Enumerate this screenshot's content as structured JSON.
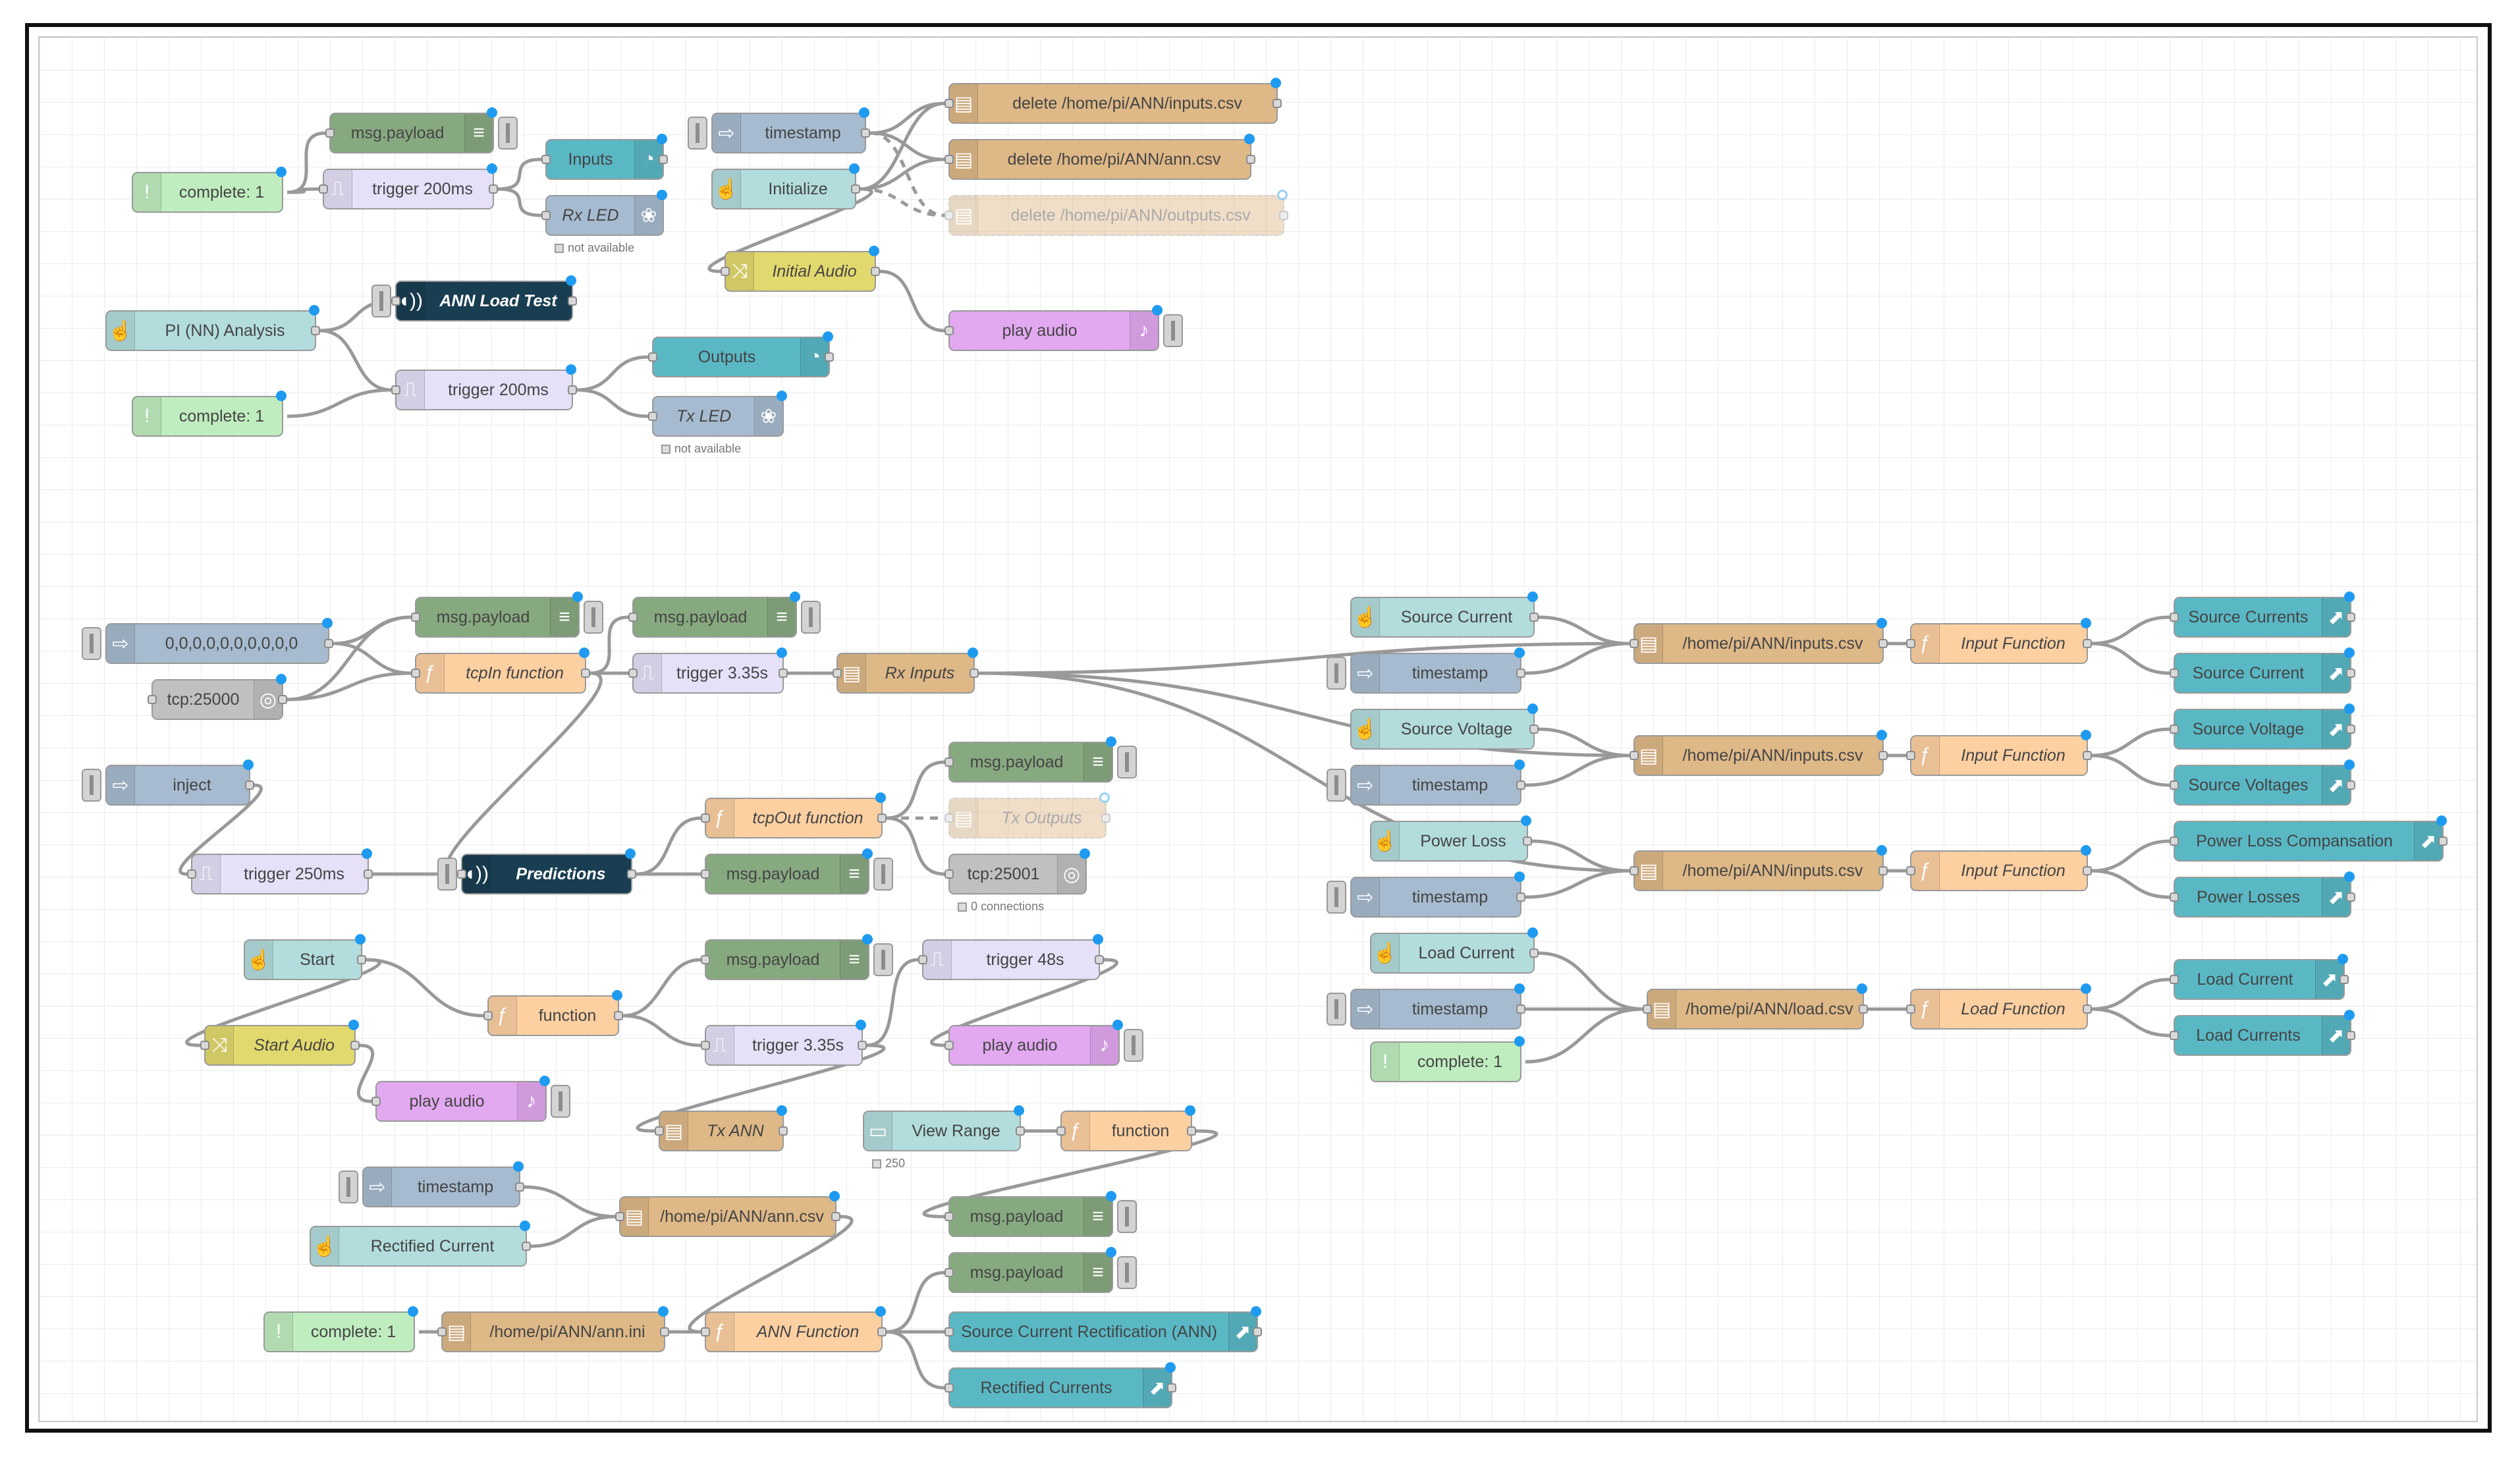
{
  "colors": {
    "debug": "#87a980",
    "trigger": "#e6e0f8",
    "ui": "#5ab8c5",
    "gpio": "#a6bbcf",
    "inject": "#a6bbcf",
    "status": "#c0edc0",
    "file": "#deb887",
    "function": "#fdd0a2",
    "change": "#e2d96e",
    "audio": "#e2a8f0",
    "speech": "#193e52",
    "tcp": "#c0c0c0",
    "uiinput": "#b3dcdd",
    "wire": "#999999",
    "port_dot": "#1e9bf0"
  },
  "nodes": [
    {
      "id": "n1",
      "label": "complete: 1",
      "type": "status",
      "icon": "alert-icon"
    },
    {
      "id": "n2",
      "label": "msg.payload",
      "type": "debug",
      "icon": "list-icon"
    },
    {
      "id": "n3",
      "label": "trigger 200ms",
      "type": "trigger",
      "icon": "trigger-icon"
    },
    {
      "id": "n4",
      "label": "Inputs",
      "type": "ui",
      "icon": "gauge-icon"
    },
    {
      "id": "n5",
      "label": "Rx LED",
      "type": "gpio",
      "icon": "raspberry-icon",
      "status": "not available"
    },
    {
      "id": "n6",
      "label": "timestamp",
      "type": "inject",
      "icon": "arrow-icon"
    },
    {
      "id": "n7",
      "label": "Initialize",
      "type": "uiinput",
      "icon": "hand-icon"
    },
    {
      "id": "n8",
      "label": "delete /home/pi/ANN/inputs.csv",
      "type": "file",
      "icon": "file-icon"
    },
    {
      "id": "n9",
      "label": "delete /home/pi/ANN/ann.csv",
      "type": "file",
      "icon": "file-icon"
    },
    {
      "id": "n10",
      "label": "delete /home/pi/ANN/outputs.csv",
      "type": "file",
      "icon": "file-icon"
    },
    {
      "id": "n11",
      "label": "Initial Audio",
      "type": "change",
      "icon": "shuffle-icon"
    },
    {
      "id": "n12",
      "label": "play audio",
      "type": "audio",
      "icon": "speaker-icon"
    },
    {
      "id": "n13",
      "label": "PI (NN) Analysis",
      "type": "uiinput",
      "icon": "hand-icon"
    },
    {
      "id": "n14",
      "label": "ANN Load Test",
      "type": "speech",
      "icon": "sound-icon"
    },
    {
      "id": "n15",
      "label": "complete: 1",
      "type": "status",
      "icon": "alert-icon"
    },
    {
      "id": "n16",
      "label": "trigger 200ms",
      "type": "trigger",
      "icon": "trigger-icon"
    },
    {
      "id": "n17",
      "label": "Outputs",
      "type": "ui",
      "icon": "gauge-icon"
    },
    {
      "id": "n18",
      "label": "Tx LED",
      "type": "gpio",
      "icon": "raspberry-icon",
      "status": "not available"
    },
    {
      "id": "n19",
      "label": "0,0,0,0,0,0,0,0,0,0",
      "type": "inject",
      "icon": "arrow-icon"
    },
    {
      "id": "n20",
      "label": "msg.payload",
      "type": "debug",
      "icon": "list-icon"
    },
    {
      "id": "n21",
      "label": "tcpIn function",
      "type": "function",
      "icon": "function-icon"
    },
    {
      "id": "n22",
      "label": "tcp:25000",
      "type": "tcp",
      "icon": "tcp-icon"
    },
    {
      "id": "n23",
      "label": "msg.payload",
      "type": "debug",
      "icon": "list-icon"
    },
    {
      "id": "n24",
      "label": "trigger 3.35s",
      "type": "trigger",
      "icon": "trigger-icon"
    },
    {
      "id": "n25",
      "label": "Rx Inputs",
      "type": "file",
      "icon": "file-icon"
    },
    {
      "id": "n26",
      "label": "inject",
      "type": "inject",
      "icon": "arrow-icon"
    },
    {
      "id": "n27",
      "label": "trigger 250ms",
      "type": "trigger",
      "icon": "trigger-icon"
    },
    {
      "id": "n28",
      "label": "Predictions",
      "type": "speech",
      "icon": "sound-icon"
    },
    {
      "id": "n29",
      "label": "msg.payload",
      "type": "debug",
      "icon": "list-icon"
    },
    {
      "id": "n30",
      "label": "tcpOut function",
      "type": "function",
      "icon": "function-icon"
    },
    {
      "id": "n31",
      "label": "Tx Outputs",
      "type": "file",
      "icon": "file-icon"
    },
    {
      "id": "n32",
      "label": "msg.payload",
      "type": "debug",
      "icon": "list-icon"
    },
    {
      "id": "n33",
      "label": "tcp:25001",
      "type": "tcp",
      "icon": "tcp-icon",
      "status": "0 connections"
    },
    {
      "id": "n34",
      "label": "Start",
      "type": "uiinput",
      "icon": "hand-icon"
    },
    {
      "id": "n35",
      "label": "msg.payload",
      "type": "debug",
      "icon": "list-icon"
    },
    {
      "id": "n36",
      "label": "trigger 48s",
      "type": "trigger",
      "icon": "trigger-icon"
    },
    {
      "id": "n37",
      "label": "function",
      "type": "function",
      "icon": "function-icon"
    },
    {
      "id": "n38",
      "label": "Start Audio",
      "type": "change",
      "icon": "shuffle-icon"
    },
    {
      "id": "n39",
      "label": "trigger 3.35s",
      "type": "trigger",
      "icon": "trigger-icon"
    },
    {
      "id": "n40",
      "label": "play audio",
      "type": "audio",
      "icon": "speaker-icon"
    },
    {
      "id": "n41",
      "label": "play audio",
      "type": "audio",
      "icon": "speaker-icon"
    },
    {
      "id": "n42",
      "label": "Tx ANN",
      "type": "file",
      "icon": "file-icon"
    },
    {
      "id": "n43",
      "label": "View Range",
      "type": "uiinput",
      "icon": "slider-icon",
      "status": "250"
    },
    {
      "id": "n44",
      "label": "function",
      "type": "function",
      "icon": "function-icon"
    },
    {
      "id": "n45",
      "label": "timestamp",
      "type": "inject",
      "icon": "arrow-icon"
    },
    {
      "id": "n46",
      "label": "/home/pi/ANN/ann.csv",
      "type": "file",
      "icon": "file-icon"
    },
    {
      "id": "n47",
      "label": "msg.payload",
      "type": "debug",
      "icon": "list-icon"
    },
    {
      "id": "n48",
      "label": "Rectified Current",
      "type": "uiinput",
      "icon": "hand-icon"
    },
    {
      "id": "n49",
      "label": "msg.payload",
      "type": "debug",
      "icon": "list-icon"
    },
    {
      "id": "n50",
      "label": "complete: 1",
      "type": "status",
      "icon": "alert-icon"
    },
    {
      "id": "n51",
      "label": "/home/pi/ANN/ann.ini",
      "type": "file",
      "icon": "file-icon"
    },
    {
      "id": "n52",
      "label": "ANN Function",
      "type": "function",
      "icon": "function-icon"
    },
    {
      "id": "n53",
      "label": "Source Current Rectification (ANN)",
      "type": "ui",
      "icon": "chart-icon"
    },
    {
      "id": "n54",
      "label": "Rectified Currents",
      "type": "ui",
      "icon": "chart-icon"
    },
    {
      "id": "n55",
      "label": "Source Current",
      "type": "uiinput",
      "icon": "hand-icon"
    },
    {
      "id": "n56",
      "label": "timestamp",
      "type": "inject",
      "icon": "arrow-icon"
    },
    {
      "id": "n57",
      "label": "/home/pi/ANN/inputs.csv",
      "type": "file",
      "icon": "file-icon"
    },
    {
      "id": "n58",
      "label": "Input Function",
      "type": "function",
      "icon": "function-icon"
    },
    {
      "id": "n59",
      "label": "Source Currents",
      "type": "ui",
      "icon": "chart-icon"
    },
    {
      "id": "n60",
      "label": "Source Current",
      "type": "ui",
      "icon": "chart-icon"
    },
    {
      "id": "n61",
      "label": "Source Voltage",
      "type": "uiinput",
      "icon": "hand-icon"
    },
    {
      "id": "n62",
      "label": "timestamp",
      "type": "inject",
      "icon": "arrow-icon"
    },
    {
      "id": "n63",
      "label": "/home/pi/ANN/inputs.csv",
      "type": "file",
      "icon": "file-icon"
    },
    {
      "id": "n64",
      "label": "Input Function",
      "type": "function",
      "icon": "function-icon"
    },
    {
      "id": "n65",
      "label": "Source Voltage",
      "type": "ui",
      "icon": "chart-icon"
    },
    {
      "id": "n66",
      "label": "Source Voltages",
      "type": "ui",
      "icon": "chart-icon"
    },
    {
      "id": "n67",
      "label": "Power Loss",
      "type": "uiinput",
      "icon": "hand-icon"
    },
    {
      "id": "n68",
      "label": "timestamp",
      "type": "inject",
      "icon": "arrow-icon"
    },
    {
      "id": "n69",
      "label": "/home/pi/ANN/inputs.csv",
      "type": "file",
      "icon": "file-icon"
    },
    {
      "id": "n70",
      "label": "Input Function",
      "type": "function",
      "icon": "function-icon"
    },
    {
      "id": "n71",
      "label": "Power Loss Compansation",
      "type": "ui",
      "icon": "chart-icon"
    },
    {
      "id": "n72",
      "label": "Power Losses",
      "type": "ui",
      "icon": "chart-icon"
    },
    {
      "id": "n73",
      "label": "Load Current",
      "type": "uiinput",
      "icon": "hand-icon"
    },
    {
      "id": "n74",
      "label": "timestamp",
      "type": "inject",
      "icon": "arrow-icon"
    },
    {
      "id": "n75",
      "label": "/home/pi/ANN/load.csv",
      "type": "file",
      "icon": "file-icon"
    },
    {
      "id": "n76",
      "label": "Load Function",
      "type": "function",
      "icon": "function-icon"
    },
    {
      "id": "n77",
      "label": "Load Current",
      "type": "ui",
      "icon": "chart-icon"
    },
    {
      "id": "n78",
      "label": "Load Currents",
      "type": "ui",
      "icon": "chart-icon"
    },
    {
      "id": "n79",
      "label": "complete: 1",
      "type": "status",
      "icon": "alert-icon"
    }
  ],
  "edges": [
    [
      "n1",
      "n2"
    ],
    [
      "n1",
      "n3"
    ],
    [
      "n3",
      "n4"
    ],
    [
      "n3",
      "n5"
    ],
    [
      "n6",
      "n8"
    ],
    [
      "n6",
      "n9"
    ],
    [
      "n6",
      "n10"
    ],
    [
      "n7",
      "n8"
    ],
    [
      "n7",
      "n9"
    ],
    [
      "n7",
      "n10"
    ],
    [
      "n7",
      "n11"
    ],
    [
      "n11",
      "n12"
    ],
    [
      "n13",
      "n14"
    ],
    [
      "n13",
      "n16"
    ],
    [
      "n15",
      "n16"
    ],
    [
      "n16",
      "n17"
    ],
    [
      "n16",
      "n18"
    ],
    [
      "n19",
      "n20"
    ],
    [
      "n19",
      "n21"
    ],
    [
      "n22",
      "n21"
    ],
    [
      "n22",
      "n20"
    ],
    [
      "n21",
      "n23"
    ],
    [
      "n21",
      "n24"
    ],
    [
      "n24",
      "n25"
    ],
    [
      "n21",
      "n28"
    ],
    [
      "n25",
      "n57"
    ],
    [
      "n25",
      "n63"
    ],
    [
      "n25",
      "n69"
    ],
    [
      "n26",
      "n27"
    ],
    [
      "n27",
      "n28"
    ],
    [
      "n28",
      "n29"
    ],
    [
      "n28",
      "n30"
    ],
    [
      "n30",
      "n31"
    ],
    [
      "n30",
      "n32"
    ],
    [
      "n30",
      "n33"
    ],
    [
      "n34",
      "n38"
    ],
    [
      "n34",
      "n37"
    ],
    [
      "n38",
      "n41"
    ],
    [
      "n37",
      "n35"
    ],
    [
      "n37",
      "n39"
    ],
    [
      "n39",
      "n36"
    ],
    [
      "n36",
      "n40"
    ],
    [
      "n39",
      "n42"
    ],
    [
      "n43",
      "n44"
    ],
    [
      "n44",
      "n47"
    ],
    [
      "n45",
      "n46"
    ],
    [
      "n48",
      "n46"
    ],
    [
      "n46",
      "n52"
    ],
    [
      "n50",
      "n51"
    ],
    [
      "n51",
      "n52"
    ],
    [
      "n52",
      "n49"
    ],
    [
      "n52",
      "n53"
    ],
    [
      "n52",
      "n54"
    ],
    [
      "n55",
      "n57"
    ],
    [
      "n56",
      "n57"
    ],
    [
      "n57",
      "n58"
    ],
    [
      "n58",
      "n59"
    ],
    [
      "n58",
      "n60"
    ],
    [
      "n61",
      "n63"
    ],
    [
      "n62",
      "n63"
    ],
    [
      "n63",
      "n64"
    ],
    [
      "n64",
      "n65"
    ],
    [
      "n64",
      "n66"
    ],
    [
      "n67",
      "n69"
    ],
    [
      "n68",
      "n69"
    ],
    [
      "n69",
      "n70"
    ],
    [
      "n70",
      "n71"
    ],
    [
      "n70",
      "n72"
    ],
    [
      "n73",
      "n75"
    ],
    [
      "n74",
      "n75"
    ],
    [
      "n79",
      "n75"
    ],
    [
      "n75",
      "n76"
    ],
    [
      "n76",
      "n77"
    ],
    [
      "n76",
      "n78"
    ]
  ]
}
